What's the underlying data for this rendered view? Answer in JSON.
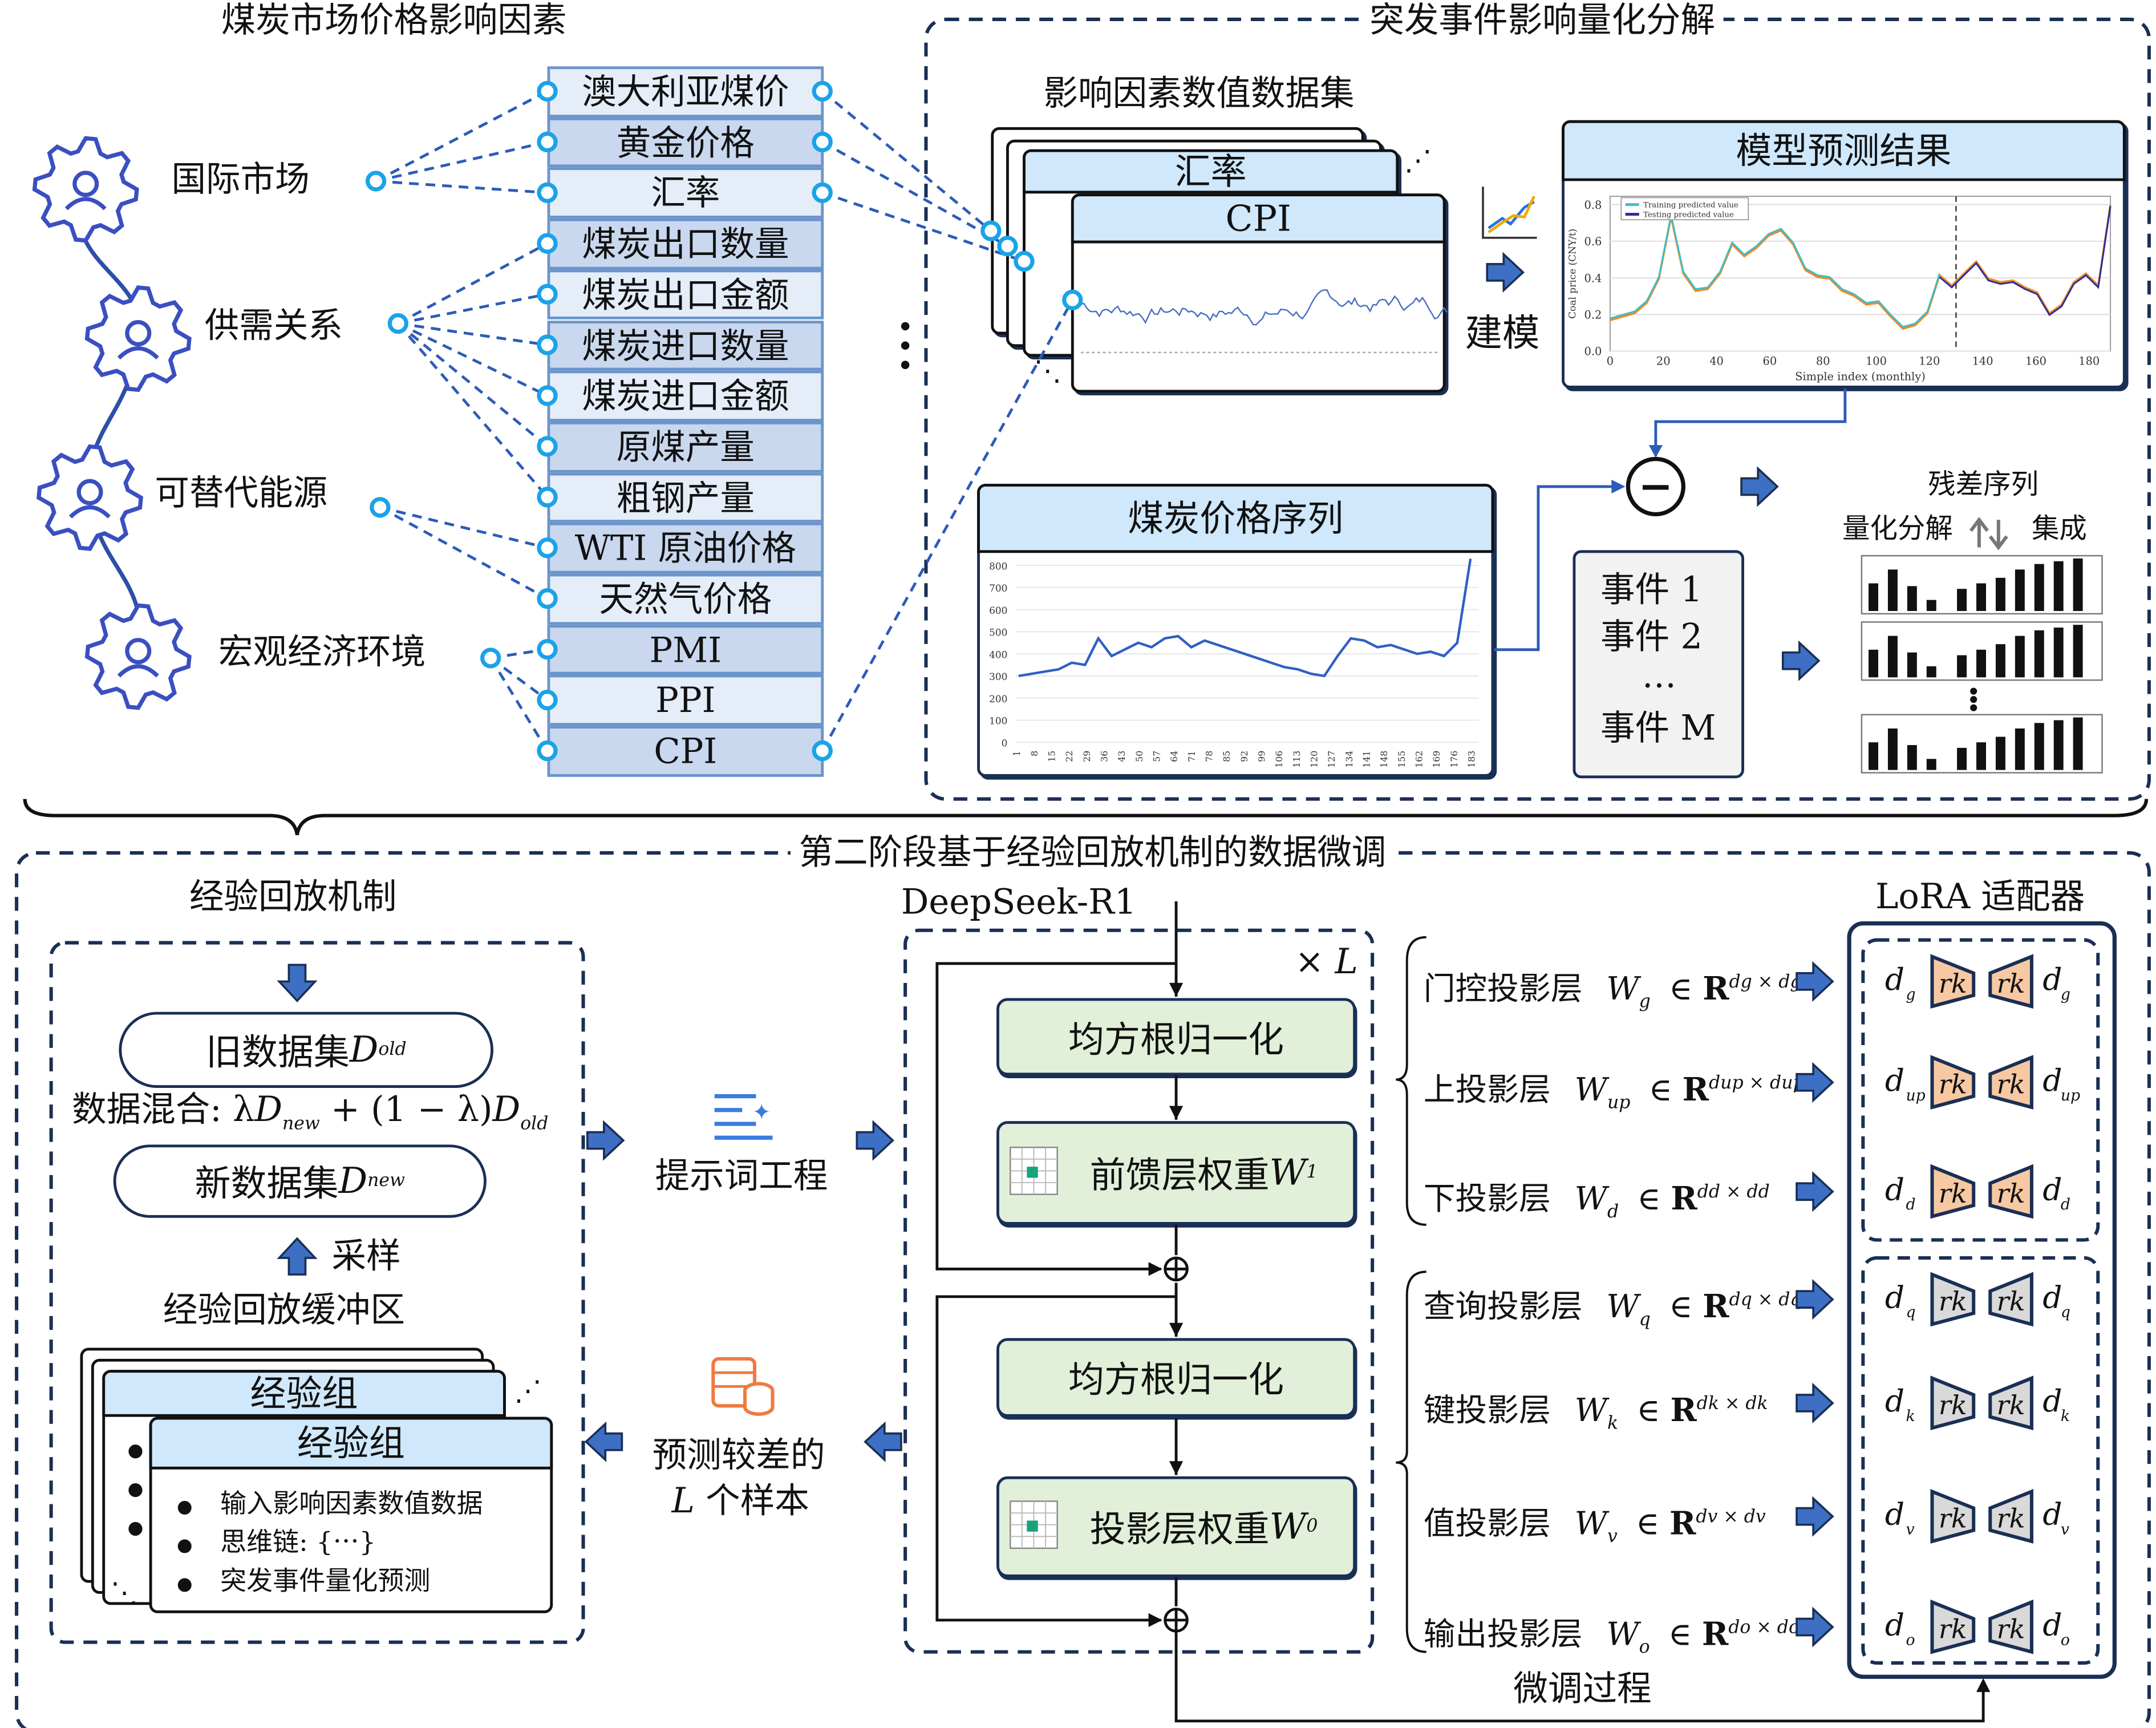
{
  "stage1": {
    "title_left": "煤炭市场价格影响因素",
    "title_right": "突发事件影响量化分解",
    "categories": [
      "国际市场",
      "供需关系",
      "可替代能源",
      "宏观经济环境"
    ],
    "factors": [
      "澳大利亚煤价",
      "黄金价格",
      "汇率",
      "煤炭出口数量",
      "煤炭出口金额",
      "煤炭进口数量",
      "煤炭进口金额",
      "原煤产量",
      "粗钢产量",
      "WTI 原油价格",
      "天然气价格",
      "PMI",
      "PPI",
      "CPI"
    ],
    "dataset_title": "影响因素数值数据集",
    "card_back_label": "汇率",
    "card_front_label": "CPI",
    "modeling_label": "建模",
    "model_result": {
      "title": "模型预测结果",
      "ylabel": "Coal price (CNY/t)",
      "xlabel": "Simple index (monthly)",
      "yticks": [
        "0.8",
        "0.6",
        "0.4",
        "0.2",
        "0.0"
      ],
      "xticks": [
        "0",
        "20",
        "40",
        "60",
        "80",
        "100",
        "120",
        "140",
        "160",
        "180"
      ],
      "legend": [
        "Training predicted value",
        "Testing predicted value"
      ],
      "colors": {
        "train": "#3bbfc9",
        "test": "#2b2b9a",
        "actual": "#f08a24"
      }
    },
    "coal_series": {
      "title": "煤炭价格序列",
      "yticks": [
        "800",
        "700",
        "600",
        "500",
        "400",
        "300",
        "200",
        "100",
        "0"
      ],
      "xticks": [
        "1",
        "8",
        "15",
        "22",
        "29",
        "36",
        "43",
        "50",
        "57",
        "64",
        "71",
        "78",
        "85",
        "92",
        "99",
        "106",
        "113",
        "120",
        "127",
        "134",
        "141",
        "148",
        "155",
        "162",
        "169",
        "176",
        "183"
      ]
    },
    "events": [
      "事件 1",
      "事件 2",
      "…",
      "事件 M"
    ],
    "residual_label": "残差序列",
    "decompose_label": "量化分解",
    "ensemble_label": "集成",
    "minus_symbol": "−"
  },
  "stage2": {
    "title": "第二阶段基于经验回放机制的数据微调",
    "replay": {
      "title": "经验回放机制",
      "old_dataset": "旧数据集 ",
      "old_sym": "D",
      "old_sub": "old",
      "mix_label": "数据混合: λ",
      "mix_mid": " + (1 − λ)",
      "new_dataset": "新数据集 ",
      "new_sym": "D",
      "new_sub": "new",
      "sample_label": "采样",
      "buffer_label": "经验回放缓冲区",
      "group_label": "经验组",
      "bullets": [
        "输入影响因素数值数据",
        "思维链: {⋯}",
        "突发事件量化预测"
      ]
    },
    "prompt_label": "提示词工程",
    "poor_samples_1": "预测较差的",
    "poor_samples_L": "L",
    "poor_samples_2": " 个样本",
    "model": {
      "name": "DeepSeek-R1",
      "repeat": "× L",
      "rmsnorm": "均方根归一化",
      "ffn": "前馈层权重 ",
      "ffn_w": "W",
      "ffn_sub": "1",
      "proj": "投影层权重 ",
      "proj_w": "W",
      "proj_sub": "0"
    },
    "layers": [
      {
        "name": "门控投影层",
        "sub": "g",
        "sup": "dg × dg"
      },
      {
        "name": "上投影层",
        "sub": "up",
        "sup": "dup × dup"
      },
      {
        "name": "下投影层",
        "sub": "d",
        "sup": "dd × dd"
      },
      {
        "name": "查询投影层",
        "sub": "q",
        "sup": "dq × dq"
      },
      {
        "name": "键投影层",
        "sub": "k",
        "sup": "dk × dk"
      },
      {
        "name": "值投影层",
        "sub": "v",
        "sup": "dv × dv"
      },
      {
        "name": "输出投影层",
        "sub": "o",
        "sup": "do × do"
      }
    ],
    "lora_title": "LoRA 适配器",
    "rank_label": "rk",
    "finetune_label": "微调过程",
    "colors": {
      "ffn_adapter": "#f7c9a3",
      "attn_adapter": "#d9d9d9",
      "arrow": "#3d6fc4",
      "navy": "#1a2f55"
    }
  }
}
